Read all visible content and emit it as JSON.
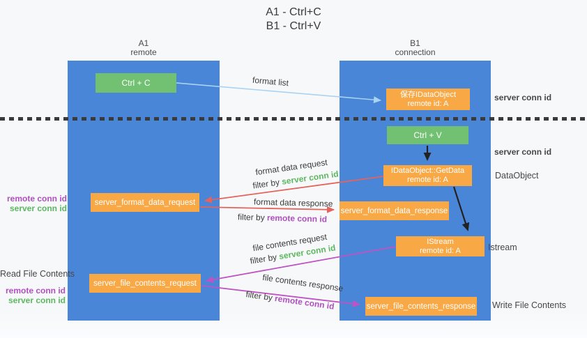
{
  "title": {
    "line1": "A1 - Ctrl+C",
    "line2": "B1 - Ctrl+V"
  },
  "columns": {
    "left": {
      "name": "A1",
      "role": "remote"
    },
    "right": {
      "name": "B1",
      "role": "connection"
    }
  },
  "nodes": {
    "ctrl_c": "Ctrl + C",
    "ctrl_v": "Ctrl + V",
    "save_dataobject_line1": "保存IDataObject",
    "save_dataobject_line2": "remote id: A",
    "getdata_line1": "IDataObject::GetData",
    "getdata_line2": "remote id: A",
    "istream_line1": "IStream",
    "istream_line2": "remote id: A",
    "format_request": "server_format_data_request",
    "format_response": "server_format_data_response",
    "file_request": "server_file_contents_request",
    "file_response": "server_file_contents_response"
  },
  "arrow_labels": {
    "format_list": "format list",
    "format_data_request": "format data request",
    "format_data_response": "format data response",
    "file_contents_request": "file contents request",
    "file_contents_response": "file contents response",
    "filter_by": "filter by ",
    "server_conn_id": "server conn id",
    "remote_conn_id": "remote conn id"
  },
  "side_labels": {
    "server_conn_id_top": "server conn id",
    "server_conn_id_mid": "server conn id",
    "dataobject": "DataObject",
    "istream": "Istream",
    "write_file_contents": "Write File Contents",
    "read_file_contents": "Read File Contents",
    "remote_conn_id_1": "remote conn id",
    "server_conn_id_1": "server conn id",
    "remote_conn_id_2": "remote conn id",
    "server_conn_id_2": "server conn id"
  },
  "colors": {
    "column_blue": "#4a86d8",
    "box_green": "#72c072",
    "box_orange": "#f9a846",
    "arrow_light_blue": "#a9d2f3",
    "arrow_red": "#e4635c",
    "arrow_magenta": "#bf53c3",
    "arrow_black": "#222222",
    "label_green": "#5cb85f",
    "label_purple": "#b04fc0"
  }
}
